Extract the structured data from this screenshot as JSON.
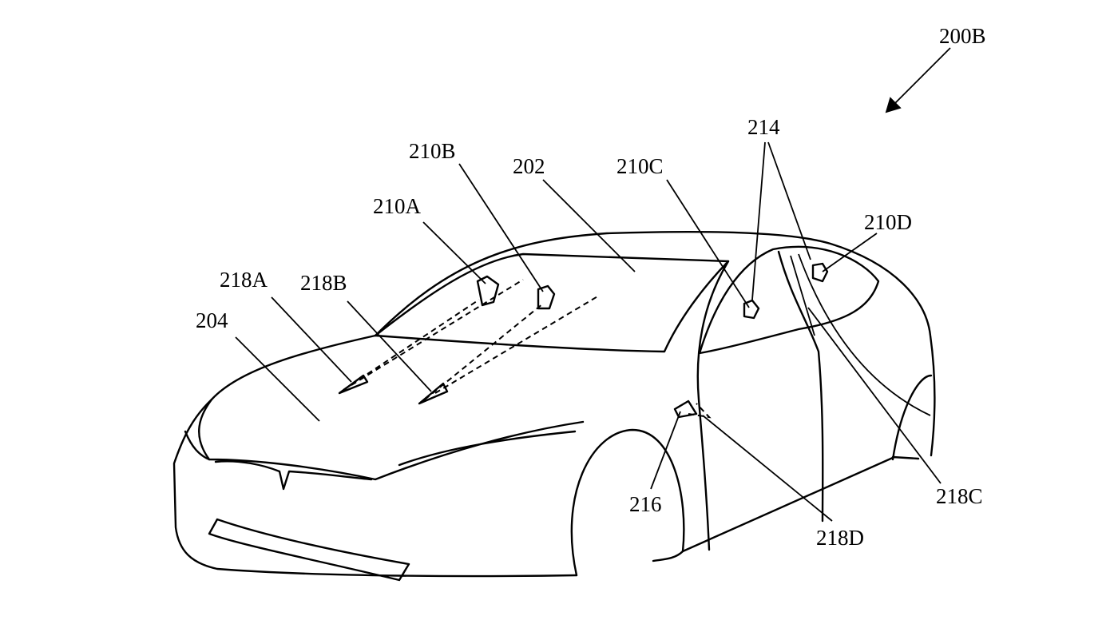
{
  "figure": {
    "reference": "200B",
    "labels": {
      "l214": "214",
      "l210B": "210B",
      "l202": "202",
      "l210C": "210C",
      "l210A": "210A",
      "l210D": "210D",
      "l218A": "218A",
      "l218B": "218B",
      "l204": "204",
      "l216": "216",
      "l218C": "218C",
      "l218D": "218D"
    }
  }
}
